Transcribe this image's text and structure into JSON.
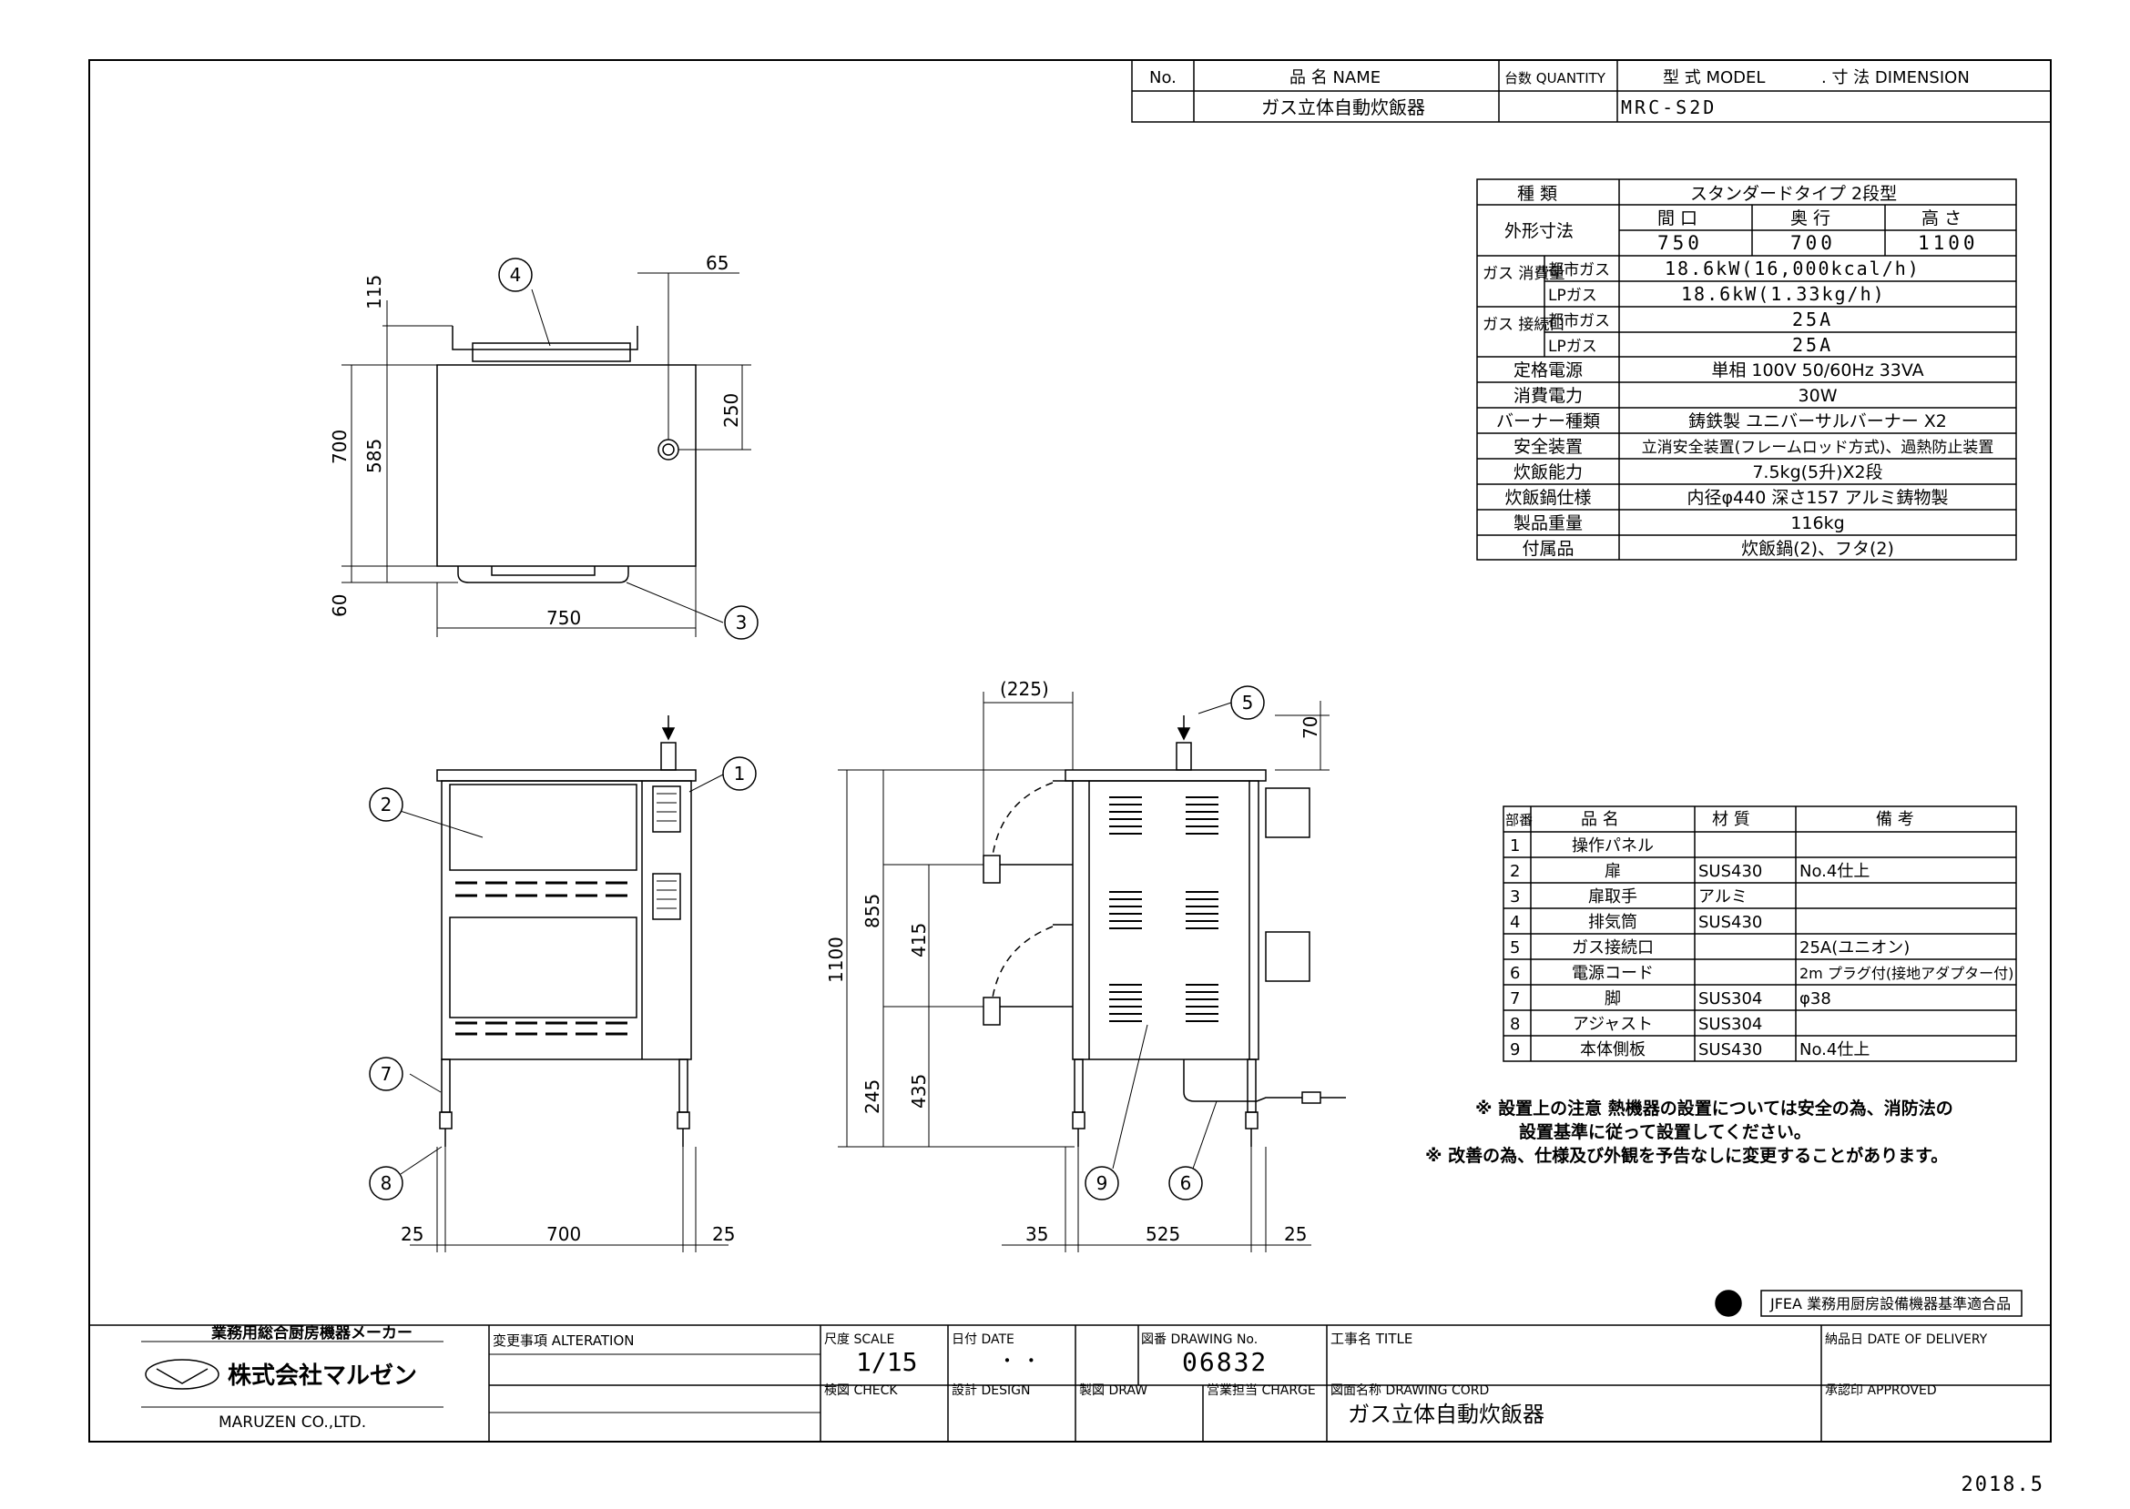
{
  "header": {
    "col_no": "No.",
    "col_name": "品 名 NAME",
    "col_qty": "台数 QUANTITY",
    "col_model": "型 式 MODEL",
    "col_dim": ". 寸 法 DIMENSION",
    "name": "ガス立体自動炊飯器",
    "model": "MRC-S2D"
  },
  "spec": {
    "type_label": "種 類",
    "type_value": "スタンダードタイプ 2段型",
    "dims_label": "外形寸法",
    "width_label": "間 口",
    "depth_label": "奥 行",
    "height_label": "高 さ",
    "width": "750",
    "depth": "700",
    "height": "1100",
    "gas_use_label": "ガス 消費量",
    "gas_conn_label": "ガス 接続口",
    "city_gas": "都市ガス",
    "lp_gas": "LPガス",
    "use_city": "18.6kW(16,000kcal/h)",
    "use_lp": "18.6kW(1.33kg/h)",
    "conn_city": "25A",
    "conn_lp": "25A",
    "rows": [
      {
        "label": "定格電源",
        "value": "単相 100V 50/60Hz 33VA"
      },
      {
        "label": "消費電力",
        "value": "30W"
      },
      {
        "label": "バーナー種類",
        "value": "鋳鉄製 ユニバーサルバーナー X2"
      },
      {
        "label": "安全装置",
        "value": "立消安全装置(フレームロッド方式)、過熱防止装置"
      },
      {
        "label": "炊飯能力",
        "value": "7.5kg(5升)X2段"
      },
      {
        "label": "炊飯鍋仕様",
        "value": "内径φ440 深さ157 アルミ鋳物製"
      },
      {
        "label": "製品重量",
        "value": "116kg"
      },
      {
        "label": "付属品",
        "value": "炊飯鍋(2)、フタ(2)"
      }
    ]
  },
  "parts": {
    "h_no": "部番",
    "h_name": "品 名",
    "h_mat": "材 質",
    "h_note": "備 考",
    "rows": [
      {
        "no": "1",
        "name": "操作パネル",
        "mat": "",
        "note": ""
      },
      {
        "no": "2",
        "name": "扉",
        "mat": "SUS430",
        "note": "No.4仕上"
      },
      {
        "no": "3",
        "name": "扉取手",
        "mat": "アルミ",
        "note": ""
      },
      {
        "no": "4",
        "name": "排気筒",
        "mat": "SUS430",
        "note": ""
      },
      {
        "no": "5",
        "name": "ガス接続口",
        "mat": "",
        "note": "25A(ユニオン)"
      },
      {
        "no": "6",
        "name": "電源コード",
        "mat": "",
        "note": "2m プラグ付(接地アダプター付)"
      },
      {
        "no": "7",
        "name": "脚",
        "mat": "SUS304",
        "note": "φ38"
      },
      {
        "no": "8",
        "name": "アジャスト",
        "mat": "SUS304",
        "note": ""
      },
      {
        "no": "9",
        "name": "本体側板",
        "mat": "SUS430",
        "note": "No.4仕上"
      }
    ]
  },
  "notes": {
    "line1": "※ 設置上の注意 熱機器の設置については安全の為、消防法の",
    "line2": "設置基準に従って設置してください。",
    "line3": "※ 改善の為、仕様及び外観を予告なしに変更することがあります。"
  },
  "dims": {
    "top_115": "115",
    "top_65": "65",
    "top_250": "250",
    "top_700": "700",
    "top_585": "585",
    "top_60": "60",
    "top_750": "750",
    "d225": "(225)",
    "d70": "70",
    "d1100": "1100",
    "d855": "855",
    "d415": "415",
    "d245": "245",
    "d435": "435",
    "f25a": "25",
    "f700": "700",
    "f25b": "25",
    "s35": "35",
    "s525": "525",
    "s25": "25"
  },
  "balloons": [
    "1",
    "2",
    "3",
    "4",
    "5",
    "6",
    "7",
    "8",
    "9"
  ],
  "jfea": {
    "mark": "JFEA",
    "label": "JFEA 業務用厨房設備機器基準適合品"
  },
  "title_block": {
    "maker_line": "業務用総合厨房機器メーカー",
    "company": "株式会社マルゼン",
    "company_en": "MARUZEN CO.,LTD.",
    "alteration": "変更事項  ALTERATION",
    "scale_label": "尺度  SCALE",
    "scale": "1/15",
    "date_label": "日付  DATE",
    "date_value": "・  ・",
    "drawing_no_label": "図番  DRAWING No.",
    "drawing_no": "06832",
    "title_label": "工事名  TITLE",
    "delivery_label": "納品日  DATE OF DELIVERY",
    "check": "検図  CHECK",
    "design": "設計  DESIGN",
    "drawn": "製図  DRAW",
    "charge": "営業担当  CHARGE",
    "drawing_cord_label": "図面名称  DRAWING CORD",
    "drawing_name": "ガス立体自動炊飯器",
    "approved": "承認印  APPROVED"
  },
  "issue_date": "2018.5"
}
